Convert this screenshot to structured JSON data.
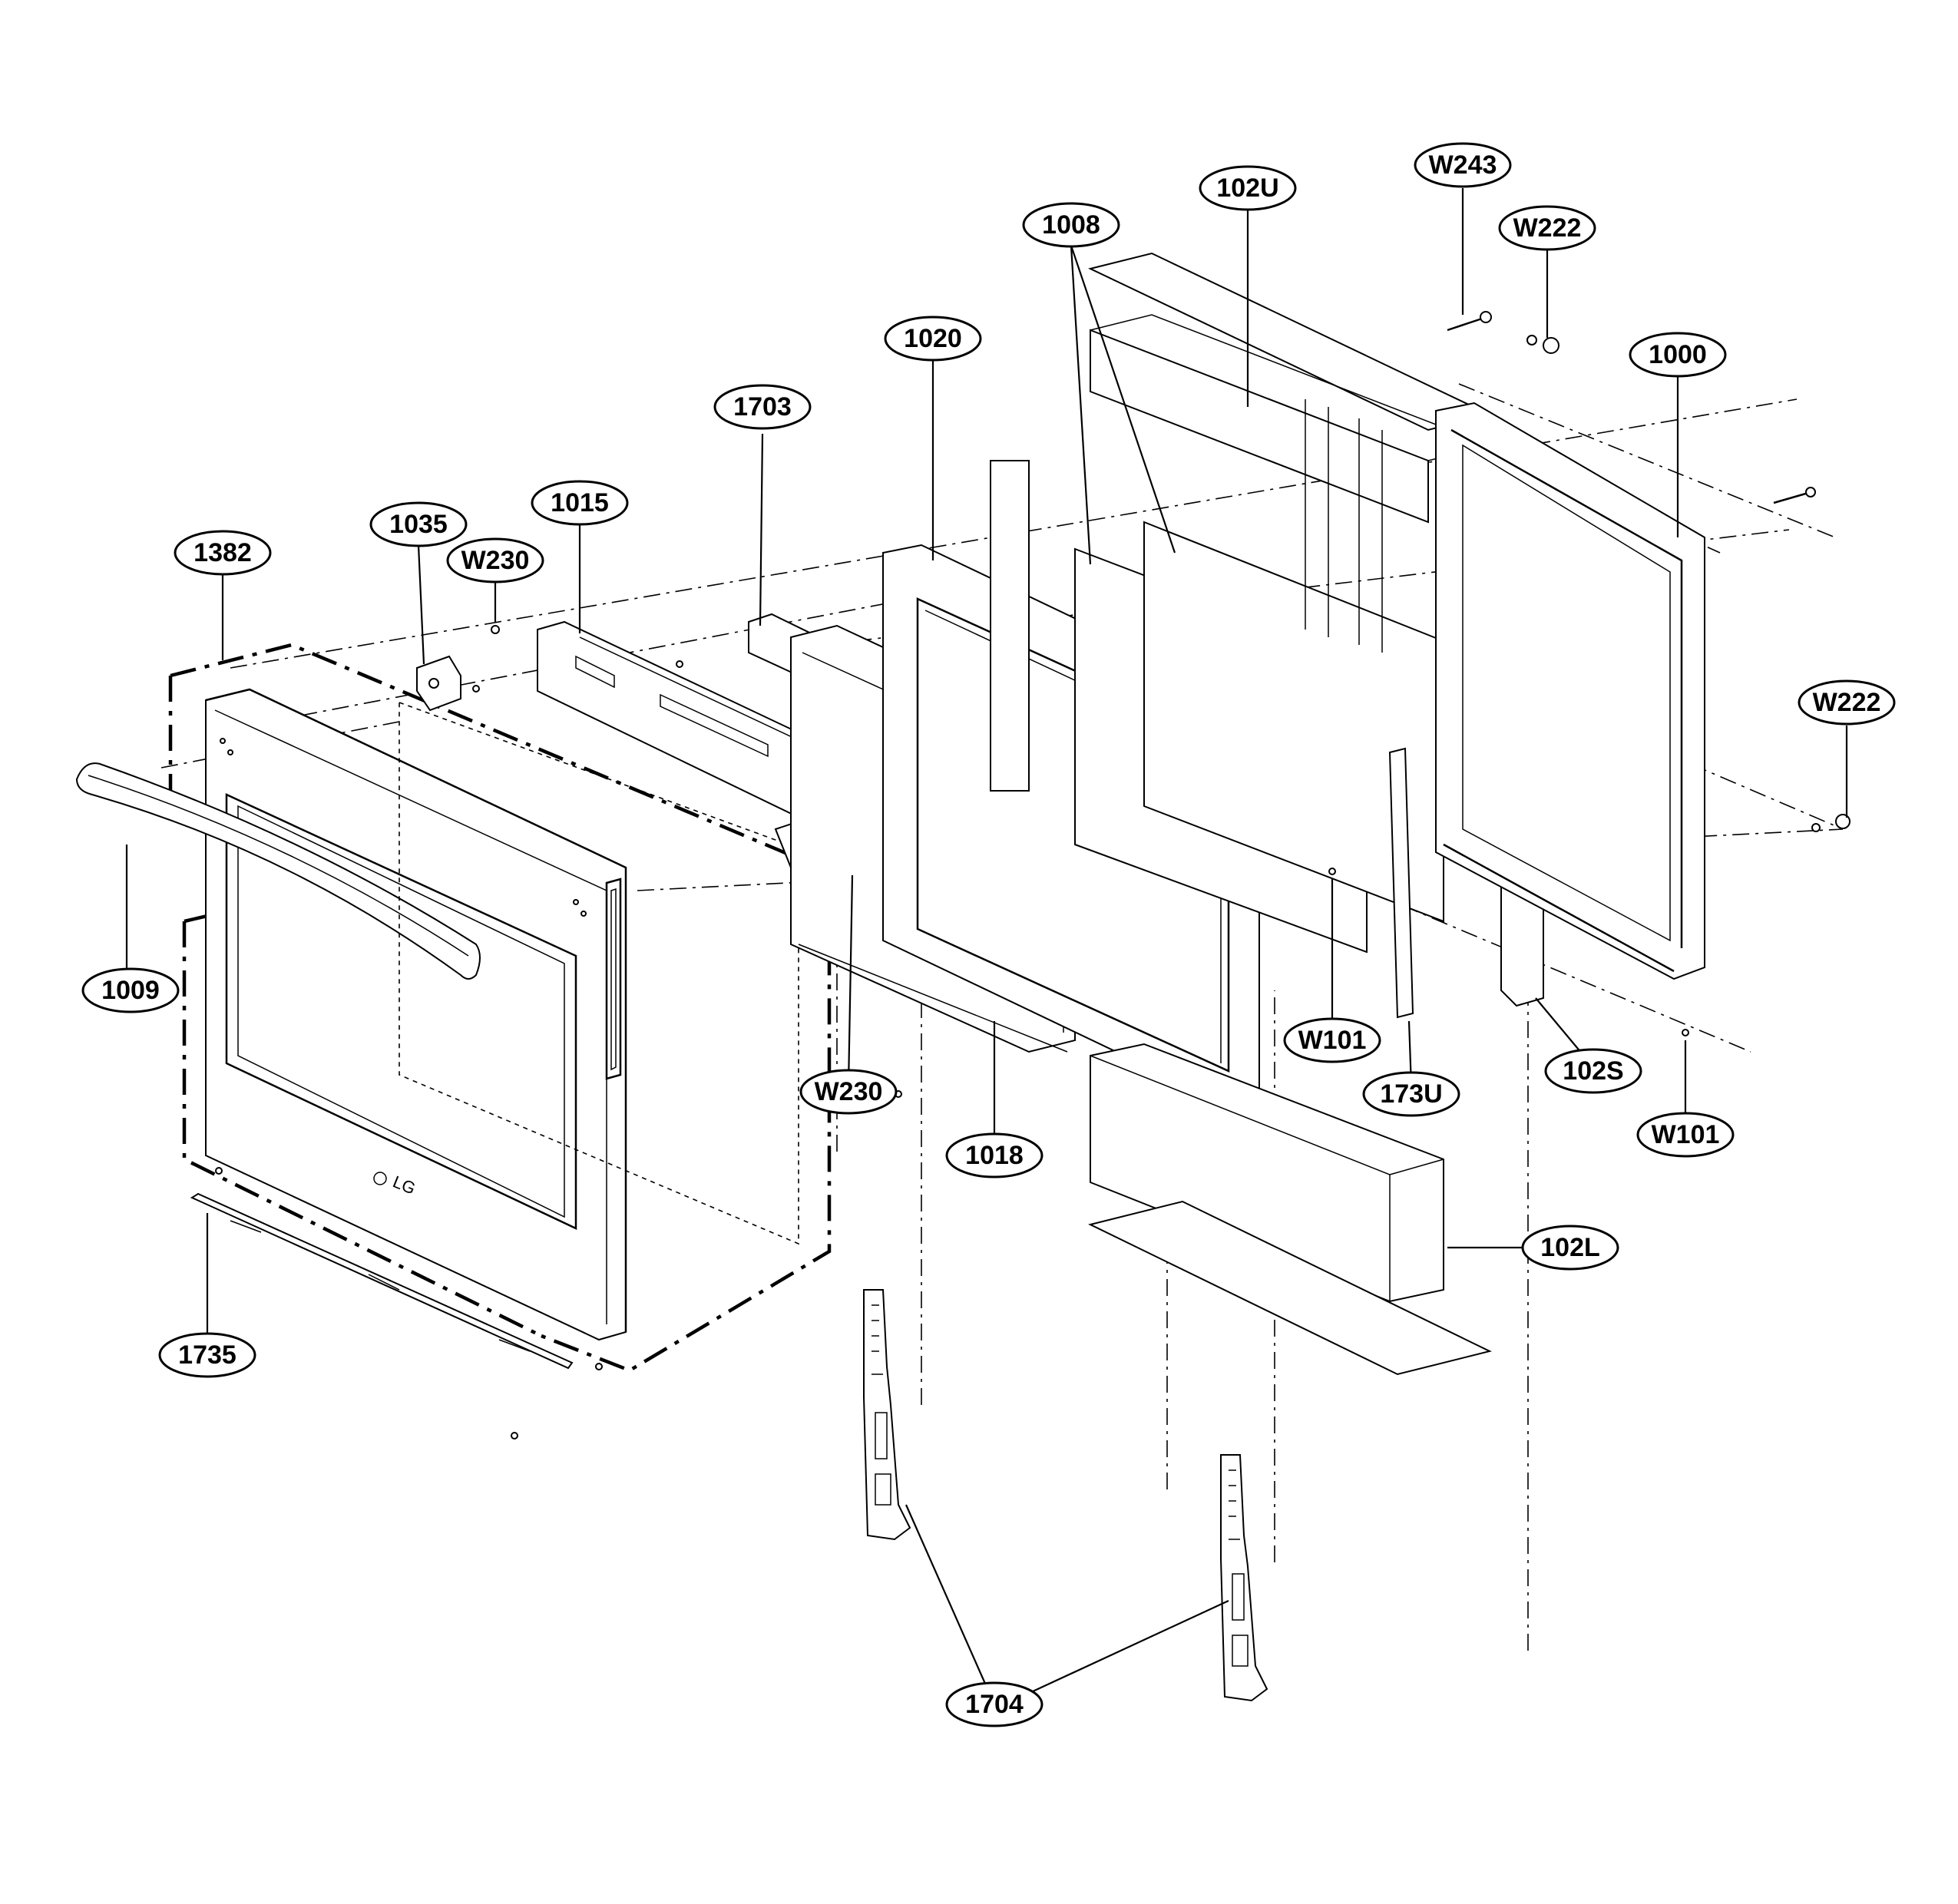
{
  "diagram": {
    "brand_mark": "LG",
    "callouts": [
      {
        "id": "c-w243",
        "label": "W243"
      },
      {
        "id": "c-102u",
        "label": "102U"
      },
      {
        "id": "c-w222-top",
        "label": "W222"
      },
      {
        "id": "c-1008",
        "label": "1008"
      },
      {
        "id": "c-1000",
        "label": "1000"
      },
      {
        "id": "c-1020",
        "label": "1020"
      },
      {
        "id": "c-1703",
        "label": "1703"
      },
      {
        "id": "c-1015",
        "label": "1015"
      },
      {
        "id": "c-1035",
        "label": "1035"
      },
      {
        "id": "c-w230-top",
        "label": "W230"
      },
      {
        "id": "c-1382",
        "label": "1382"
      },
      {
        "id": "c-w222-right",
        "label": "W222"
      },
      {
        "id": "c-1009",
        "label": "1009"
      },
      {
        "id": "c-w101-mid",
        "label": "W101"
      },
      {
        "id": "c-173u",
        "label": "173U"
      },
      {
        "id": "c-102s",
        "label": "102S"
      },
      {
        "id": "c-w230-bottom",
        "label": "W230"
      },
      {
        "id": "c-1018",
        "label": "1018"
      },
      {
        "id": "c-w101-right",
        "label": "W101"
      },
      {
        "id": "c-102l",
        "label": "102L"
      },
      {
        "id": "c-1735",
        "label": "1735"
      },
      {
        "id": "c-1704",
        "label": "1704"
      }
    ]
  }
}
